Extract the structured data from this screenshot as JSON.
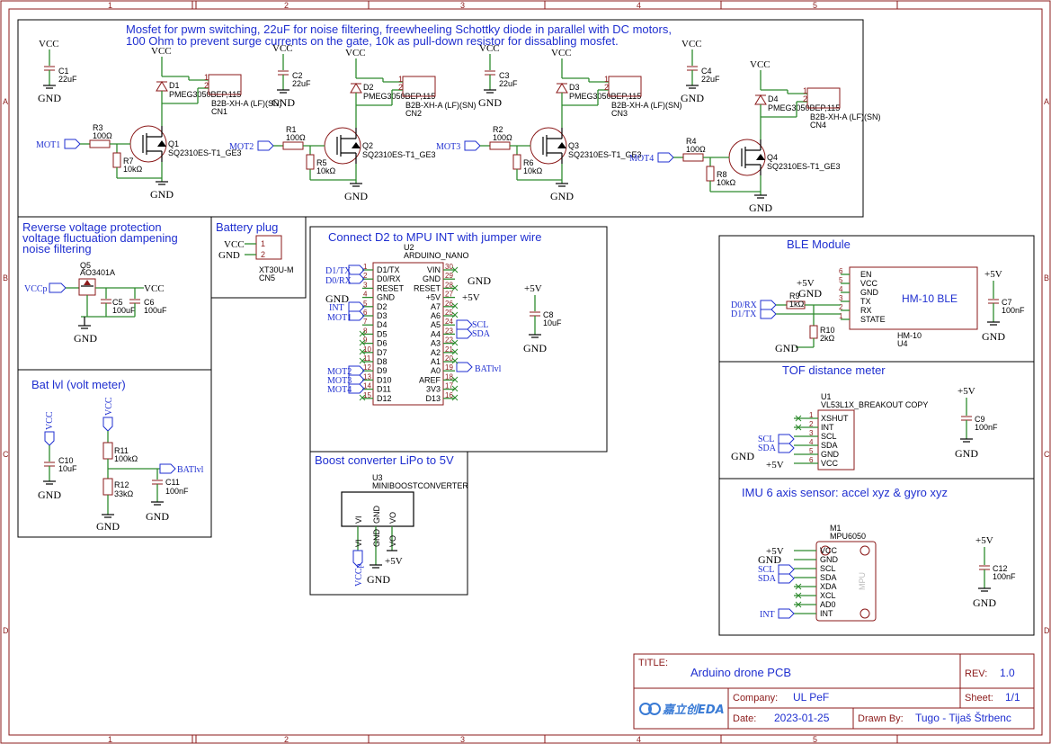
{
  "grid": {
    "cols": [
      "1",
      "2",
      "3",
      "4",
      "5"
    ],
    "rows": [
      "A",
      "B",
      "C",
      "D"
    ]
  },
  "mosfet": {
    "note1": "Mosfet for pwm switching, 22uF for noise filtering, freewheeling Schottky diode in parallel with DC motors,",
    "note2": "100 Ohm to prevent surge currents on the gate, 10k as pull-down resistor for dissabling mosfet.",
    "stages": [
      {
        "mot": "MOT1",
        "r_gate": "R3",
        "r_gate_v": "100Ω",
        "r_pd": "R7",
        "r_pd_v": "10kΩ",
        "q": "Q1",
        "q_part": "SQ2310ES-T1_GE3",
        "d": "D1",
        "d_part": "PMEG3050BEP,115",
        "cn": "CN1",
        "cn_part": "B2B-XH-A (LF)(SN)",
        "c": "C1",
        "c_v": "22uF"
      },
      {
        "mot": "MOT2",
        "r_gate": "R1",
        "r_gate_v": "100Ω",
        "r_pd": "R5",
        "r_pd_v": "10kΩ",
        "q": "Q2",
        "q_part": "SQ2310ES-T1_GE3",
        "d": "D2",
        "d_part": "PMEG3050BEP,115",
        "cn": "CN2",
        "cn_part": "B2B-XH-A (LF)(SN)",
        "c": "C2",
        "c_v": "22uF"
      },
      {
        "mot": "MOT3",
        "r_gate": "R2",
        "r_gate_v": "100Ω",
        "r_pd": "R6",
        "r_pd_v": "10kΩ",
        "q": "Q3",
        "q_part": "SQ2310ES-T1_GE3",
        "d": "D3",
        "d_part": "PMEG3050BEP,115",
        "cn": "CN3",
        "cn_part": "B2B-XH-A (LF)(SN)",
        "c": "C3",
        "c_v": "22uF"
      },
      {
        "mot": "MOT4",
        "r_gate": "R4",
        "r_gate_v": "100Ω",
        "r_pd": "R8",
        "r_pd_v": "10kΩ",
        "q": "Q4",
        "q_part": "SQ2310ES-T1_GE3",
        "d": "D4",
        "d_part": "PMEG3050BEP,115",
        "cn": "CN4",
        "cn_part": "B2B-XH-A (LF)(SN)",
        "c": "C4",
        "c_v": "22uF"
      }
    ]
  },
  "nets": {
    "vcc": "VCC",
    "gnd": "GND",
    "p5v": "+5V",
    "vccp": "VCCp",
    "scl": "SCL",
    "sda": "SDA",
    "int": "INT",
    "batlvl": "BATlvl",
    "d1tx": "D1/TX",
    "d0rx": "D0/RX"
  },
  "rev_prot": {
    "title1": "Reverse voltage protection",
    "title2": "voltage fluctuation dampening",
    "title3": "noise filtering",
    "q": "Q5",
    "q_part": "AO3401A",
    "c5": "C5",
    "c5_v": "100uF",
    "c6": "C6",
    "c6_v": "100uF"
  },
  "battery": {
    "title": "Battery plug",
    "cn": "CN5",
    "part": "XT30U-M",
    "pin1": "1",
    "pin2": "2"
  },
  "nano": {
    "title": "Connect D2 to MPU INT with jumper wire",
    "ref": "U2",
    "part": "ARDUINO_NANO",
    "left": [
      [
        "1",
        "D1/TX"
      ],
      [
        "2",
        "D0/RX"
      ],
      [
        "3",
        "RESET"
      ],
      [
        "4",
        "GND"
      ],
      [
        "5",
        "D2"
      ],
      [
        "6",
        "D3"
      ],
      [
        "7",
        "D4"
      ],
      [
        "8",
        "D5"
      ],
      [
        "9",
        "D6"
      ],
      [
        "10",
        "D7"
      ],
      [
        "11",
        "D8"
      ],
      [
        "12",
        "D9"
      ],
      [
        "13",
        "D10"
      ],
      [
        "14",
        "D11"
      ],
      [
        "15",
        "D12"
      ]
    ],
    "right": [
      [
        "30",
        "VIN"
      ],
      [
        "29",
        "GND"
      ],
      [
        "28",
        "RESET"
      ],
      [
        "27",
        "+5V"
      ],
      [
        "26",
        "A7"
      ],
      [
        "25",
        "A6"
      ],
      [
        "24",
        "A5"
      ],
      [
        "23",
        "A4"
      ],
      [
        "22",
        "A3"
      ],
      [
        "21",
        "A2"
      ],
      [
        "20",
        "A1"
      ],
      [
        "19",
        "A0"
      ],
      [
        "18",
        "AREF"
      ],
      [
        "17",
        "3V3"
      ],
      [
        "16",
        "D13"
      ]
    ],
    "c8": "C8",
    "c8_v": "10uF"
  },
  "bat_lvl": {
    "title": "Bat lvl (volt meter)",
    "c10": "C10",
    "c10_v": "10uF",
    "r11": "R11",
    "r11_v": "100kΩ",
    "r12": "R12",
    "r12_v": "33kΩ",
    "c11": "C11",
    "c11_v": "100nF"
  },
  "boost": {
    "title": "Boost converter LiPo to 5V",
    "ref": "U3",
    "part": "MINIBOOSTCONVERTER",
    "pins": [
      "VI",
      "GND",
      "VO"
    ]
  },
  "ble": {
    "title": "BLE Module",
    "name": "HM-10 BLE",
    "ref": "U4",
    "part": "HM-10",
    "pins": [
      [
        "6",
        "EN"
      ],
      [
        "5",
        "VCC"
      ],
      [
        "4",
        "GND"
      ],
      [
        "3",
        "TX"
      ],
      [
        "2",
        "RX"
      ],
      [
        "1",
        "STATE"
      ]
    ],
    "r9": "R9",
    "r9_v": "1kΩ",
    "r10": "R10",
    "r10_v": "2kΩ",
    "c7": "C7",
    "c7_v": "100nF"
  },
  "tof": {
    "title": "TOF distance meter",
    "ref": "U1",
    "part": "VL53L1X_BREAKOUT COPY",
    "pins": [
      [
        "1",
        "XSHUT"
      ],
      [
        "2",
        "INT"
      ],
      [
        "3",
        "SCL"
      ],
      [
        "4",
        "SDA"
      ],
      [
        "5",
        "GND"
      ],
      [
        "6",
        "VCC"
      ]
    ],
    "c9": "C9",
    "c9_v": "100nF"
  },
  "imu": {
    "title": "IMU 6 axis sensor: accel xyz & gyro xyz",
    "ref": "M1",
    "part": "MPU6050",
    "chip": "MPU",
    "pins": [
      "VCC",
      "GND",
      "SCL",
      "SDA",
      "XDA",
      "XCL",
      "AD0",
      "INT"
    ],
    "c12": "C12",
    "c12_v": "100nF"
  },
  "titleblock": {
    "title_lbl": "TITLE:",
    "title": "Arduino drone PCB",
    "rev_lbl": "REV:",
    "rev": "1.0",
    "company_lbl": "Company:",
    "company": "UL PeF",
    "sheet_lbl": "Sheet:",
    "sheet": "1/1",
    "date_lbl": "Date:",
    "date": "2023-01-25",
    "drawn_lbl": "Drawn By:",
    "drawn": "Tugo - Tijaš Štrbenc",
    "logo": "嘉立创EDA"
  }
}
